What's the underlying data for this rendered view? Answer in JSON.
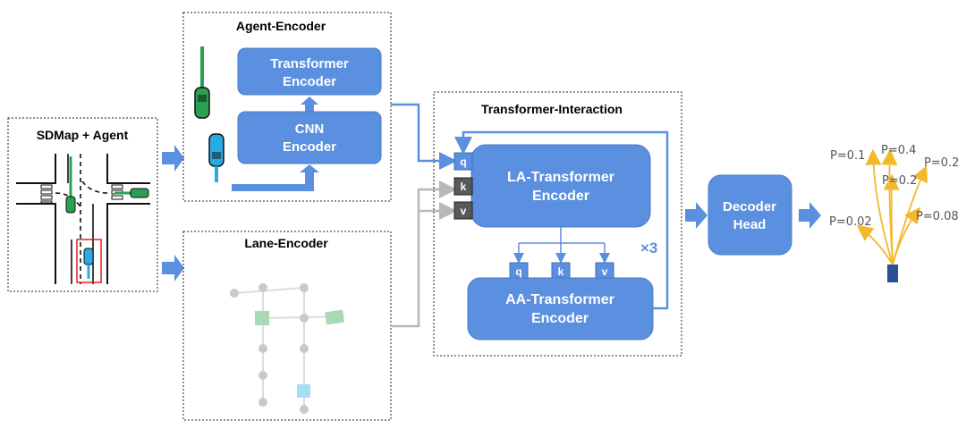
{
  "panels": {
    "sdmap": {
      "title": "SDMap + Agent"
    },
    "agent_encoder": {
      "title": "Agent-Encoder",
      "transformer": [
        "Transformer",
        "Encoder"
      ],
      "cnn": [
        "CNN",
        "Encoder"
      ]
    },
    "lane_encoder": {
      "title": "Lane-Encoder"
    },
    "interaction": {
      "title": "Transformer-Interaction",
      "la": [
        "LA-Transformer",
        "Encoder"
      ],
      "aa": [
        "AA-Transformer",
        "Encoder"
      ],
      "qkv_left": [
        "q",
        "k",
        "v"
      ],
      "qkv_bottom": [
        "q",
        "k",
        "v"
      ],
      "repeat": "×3"
    },
    "decoder": {
      "label": [
        "Decoder",
        "Head"
      ]
    }
  },
  "trajectories": [
    {
      "label": "P=0.1"
    },
    {
      "label": "P=0.4"
    },
    {
      "label": "P=0.2"
    },
    {
      "label": "P=0.2"
    },
    {
      "label": "P=0.02"
    },
    {
      "label": "P=0.08"
    }
  ],
  "colors": {
    "box": "#5b8fe0",
    "arrow": "#5b8fe0",
    "traj": "#f3b92a",
    "agent_green": "#2aa052",
    "agent_blue": "#2aaae2"
  }
}
